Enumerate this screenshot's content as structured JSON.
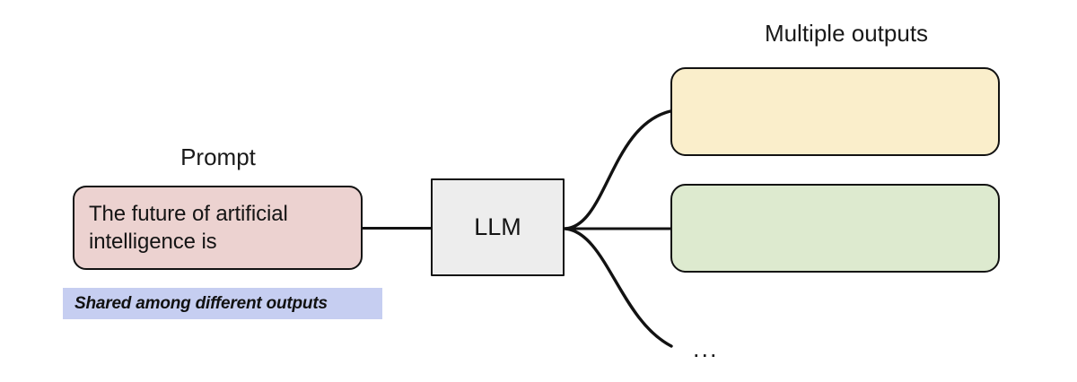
{
  "diagram": {
    "title": "LLM multiple outputs diagram",
    "background_color": "#ffffff",
    "stroke_color": "#121212"
  },
  "labels": {
    "prompt_caption": "Prompt",
    "outputs_caption": "Multiple outputs"
  },
  "nodes": {
    "prompt": {
      "text": "The future of artificial intelligence is",
      "fill": "#ecd2d0",
      "shape": "rounded-rect"
    },
    "llm": {
      "text": "LLM",
      "fill": "#ededed",
      "shape": "rect"
    },
    "output_1": {
      "text": "",
      "fill": "#faeecb",
      "shape": "rounded-rect"
    },
    "output_2": {
      "text": "",
      "fill": "#ddeacf",
      "shape": "rounded-rect"
    }
  },
  "annotations": {
    "shared_note": "Shared among different outputs",
    "shared_note_fill": "#c6cef1",
    "ellipsis": "..."
  },
  "edges": [
    {
      "name": "prompt-to-llm",
      "style": "straight"
    },
    {
      "name": "llm-to-output-1",
      "style": "curve-up"
    },
    {
      "name": "llm-to-output-2",
      "style": "straight"
    },
    {
      "name": "llm-to-ellipsis",
      "style": "curve-down"
    }
  ]
}
